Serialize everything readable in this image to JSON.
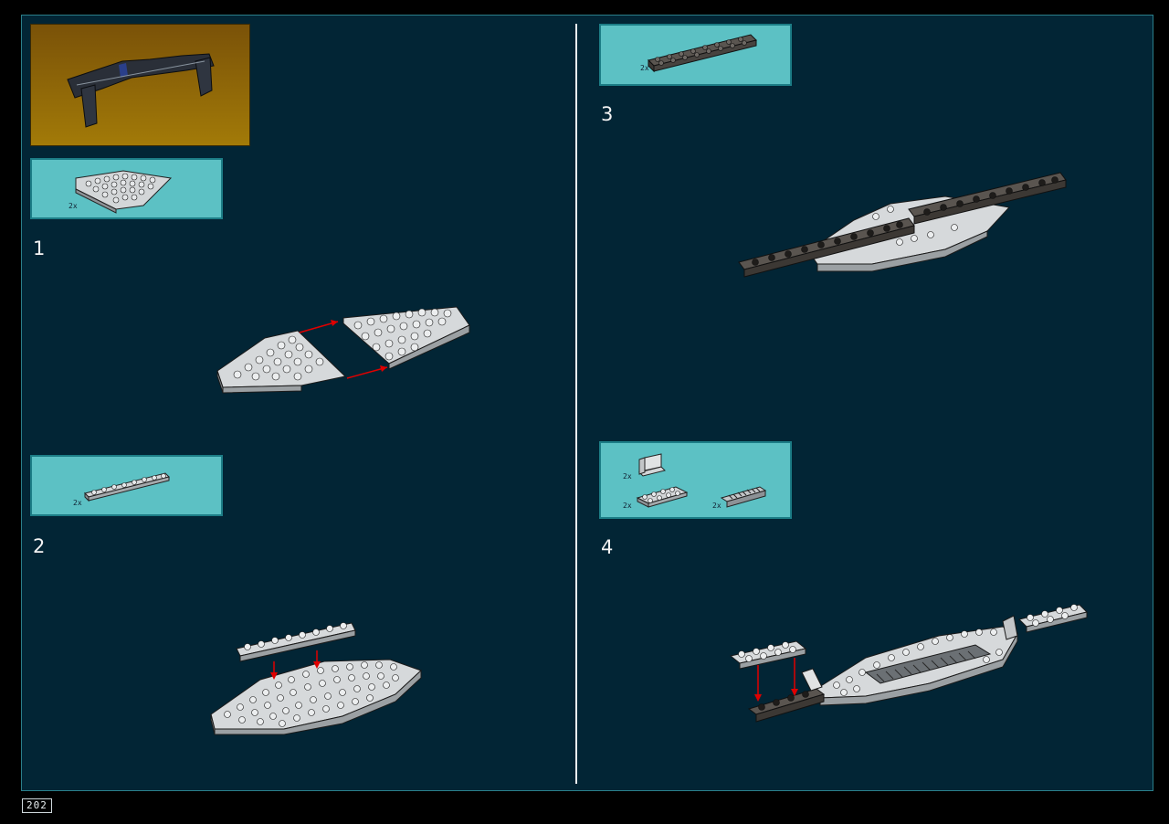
{
  "page": {
    "number": "202"
  },
  "colors": {
    "background": "#022535",
    "parts_box": "#5cc1c4",
    "preview": "#a27a08",
    "arrow": "#e00000"
  },
  "steps": [
    {
      "number": "1",
      "parts": [
        {
          "qty": "2x",
          "icon": "wedge-plate-icon"
        }
      ]
    },
    {
      "number": "2",
      "parts": [
        {
          "qty": "2x",
          "icon": "plate-1x8-icon"
        }
      ]
    },
    {
      "number": "3",
      "parts": [
        {
          "qty": "2x",
          "icon": "plate-2x8-dark-icon"
        }
      ]
    },
    {
      "number": "4",
      "parts": [
        {
          "qty": "2x",
          "icon": "bracket-icon"
        },
        {
          "qty": "2x",
          "icon": "plate-2x4-icon"
        },
        {
          "qty": "2x",
          "icon": "grille-tile-icon"
        }
      ]
    }
  ]
}
